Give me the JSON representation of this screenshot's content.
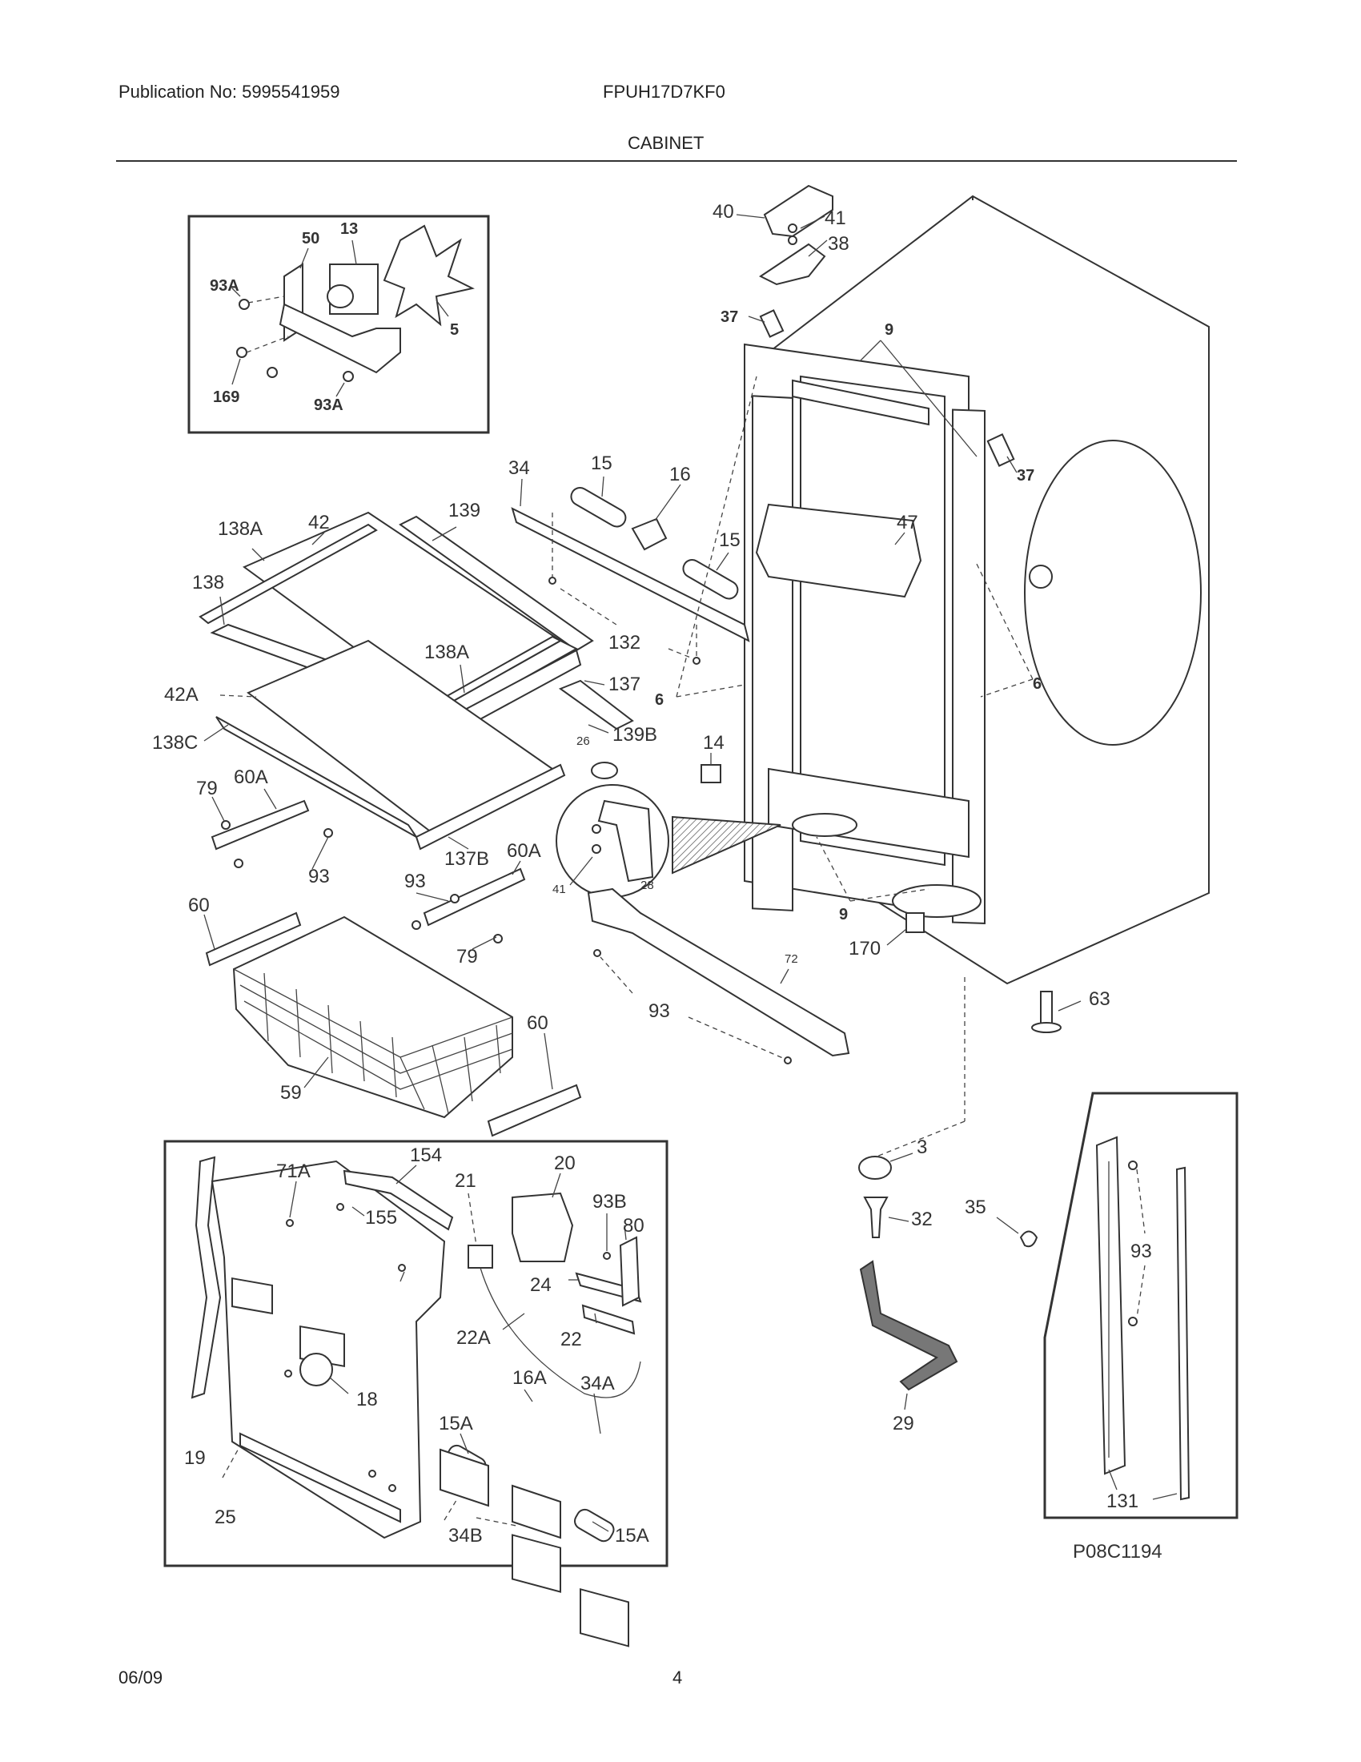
{
  "header": {
    "publication": "Publication No: 5995541959",
    "model": "FPUH17D7KF0",
    "section_title": "CABINET"
  },
  "footer": {
    "date": "06/09",
    "page_number": "4"
  },
  "diagram": {
    "drawing_code": "P08C1194",
    "callouts": {
      "fan_inset": [
        "50",
        "13",
        "93A",
        "5",
        "169",
        "93A"
      ],
      "hinge_top": [
        "40",
        "41",
        "38",
        "37",
        "9",
        "37"
      ],
      "cabinet": [
        "34",
        "15",
        "16",
        "15",
        "47",
        "132",
        "6",
        "6",
        "14",
        "9",
        "170",
        "72",
        "93",
        "63"
      ],
      "hinge_detail": [
        "26",
        "41",
        "28"
      ],
      "shelves": [
        "138A",
        "42",
        "139",
        "138",
        "138A",
        "137",
        "42A",
        "138C",
        "139B",
        "137B"
      ],
      "slides": [
        "79",
        "60A",
        "93",
        "60",
        "93",
        "60A",
        "79",
        "60",
        "59"
      ],
      "control_inset": [
        "71A",
        "154",
        "21",
        "20",
        "93B",
        "80",
        "155",
        "24",
        "22A",
        "22",
        "18",
        "15A",
        "16A",
        "34A",
        "19",
        "25",
        "34B",
        "15A"
      ],
      "leveler": [
        "3",
        "32",
        "35",
        "29"
      ],
      "rail_inset": [
        "93",
        "131"
      ]
    }
  }
}
